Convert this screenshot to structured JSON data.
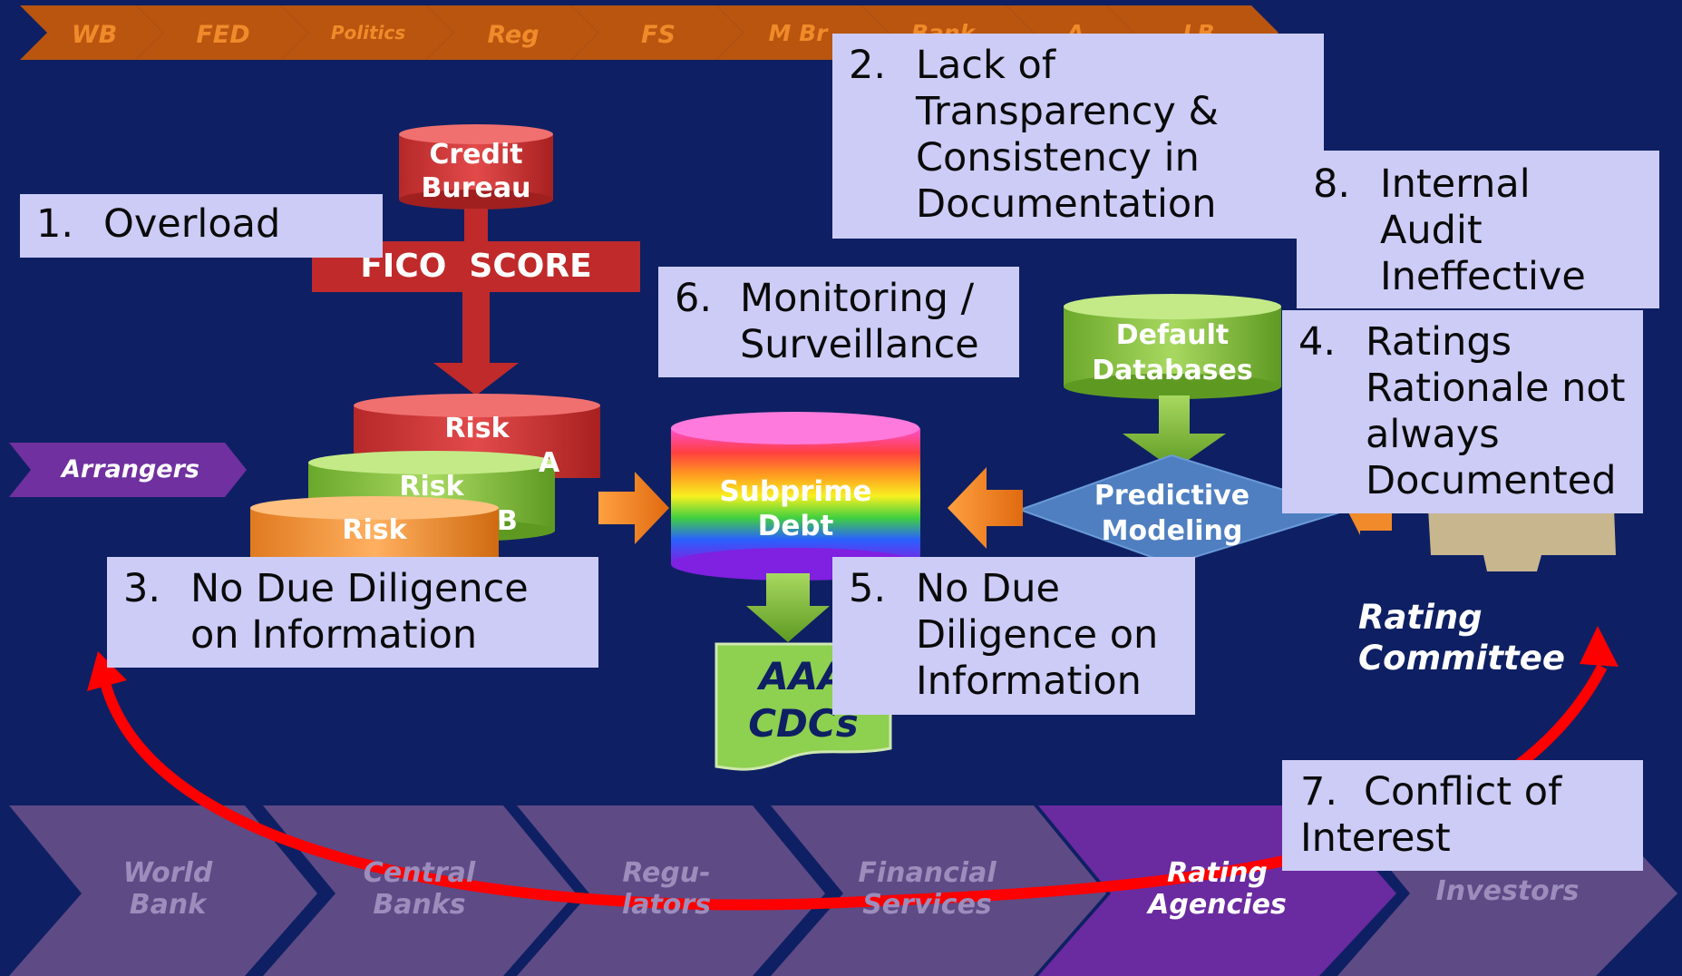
{
  "top_chevrons": [
    "WB",
    "FED",
    "Politics",
    "Reg",
    "FS",
    "M Br",
    "Bank",
    "A",
    "LB"
  ],
  "nodes": {
    "credit_bureau": "Credit\nBureau",
    "fico_score": "FICO  SCORE",
    "arrangers": "Arrangers",
    "risk_a": "Risk",
    "risk_a_suffix": "A",
    "risk_b": "Risk",
    "risk_b_suffix": "B",
    "risk_c": "Risk",
    "subprime_debt": "Subprime\nDebt",
    "default_databases": "Default\nDatabases",
    "predictive_modeling": "Predictive\nModeling",
    "aaa_cdcs": "AAA\nCDCs",
    "rating_committee": "Rating\nCommittee"
  },
  "callouts": [
    {
      "id": "1",
      "num": "1.",
      "text": "Overload"
    },
    {
      "id": "2",
      "num": "2.",
      "text": "Lack of\nTransparency &\nConsistency in\nDocumentation"
    },
    {
      "id": "3",
      "num": "3.",
      "text": "No Due Diligence\non Information"
    },
    {
      "id": "4",
      "num": "4.",
      "text": "Ratings\nRationale not\nalways\nDocumented"
    },
    {
      "id": "5",
      "num": "5.",
      "text": "No Due\nDiligence on\nInformation"
    },
    {
      "id": "6",
      "num": "6.",
      "text": "Monitoring /\nSurveillance"
    },
    {
      "id": "7",
      "num": "7.",
      "text": "Conflict of\nInterest"
    },
    {
      "id": "8",
      "num": "8.",
      "text": "Internal\nAudit\nIneffective"
    }
  ],
  "bottom_chevrons": [
    "World\nBank",
    "Central\nBanks",
    "Regu-\nlators",
    "Financial\nServices",
    "Rating\nAgencies",
    "Investors"
  ],
  "colors": {
    "background": "#0e2063",
    "callout_bg": "#ccccf7",
    "top_chevron": "#c05a10",
    "bottom_chevron": "#5e4a85",
    "bottom_chevron_active": "#6a2aa0",
    "conflict_arrow": "#ff0000",
    "fico_red": "#c02a2a",
    "green": "#7fb83a",
    "orange": "#f08a2a",
    "blue_diamond": "#4a7fc0"
  }
}
